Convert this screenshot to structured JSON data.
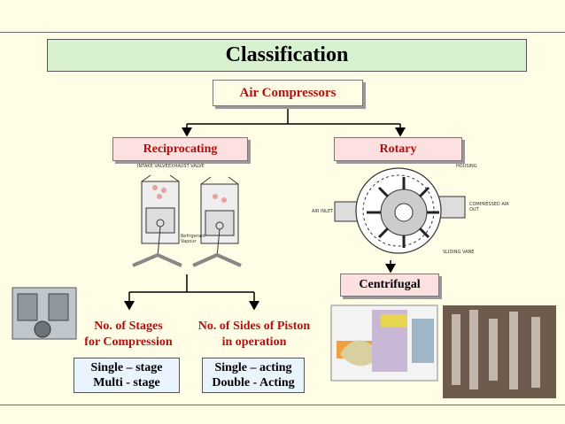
{
  "title": "Classification",
  "root": "Air Compressors",
  "branches": {
    "reciprocating": "Reciprocating",
    "rotary": "Rotary",
    "centrifugal": "Centrifugal"
  },
  "recip_children": {
    "stages_line1": "No. of Stages",
    "stages_line2": "for Compression",
    "sides_line1": "No. of Sides of Piston",
    "sides_line2": "in operation"
  },
  "options": {
    "stage_1": "Single – stage",
    "stage_2": "Multi - stage",
    "acting_1": "Single – acting",
    "acting_2": "Double - Acting"
  },
  "sketch_labels": {
    "intake_valve": "INTAKE VALVE",
    "exhaust_valve": "EXHAUST VALVE",
    "refrigerant_vapour": "Refrigerant Vapour",
    "housing": "HOUSING",
    "air_inlet": "AIR INLET",
    "compressed_air_out": "COMPRESSED AIR OUT",
    "sliding_vane": "SLIDING VANE"
  }
}
